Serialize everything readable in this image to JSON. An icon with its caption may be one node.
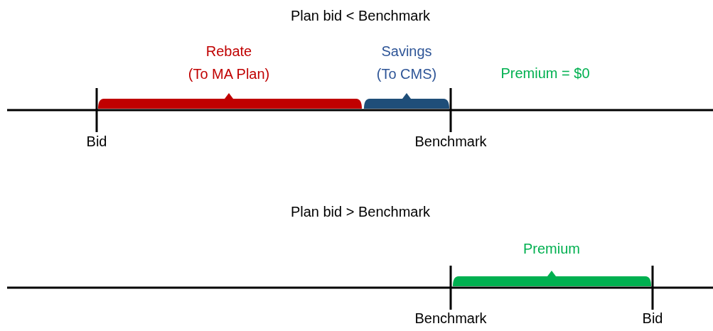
{
  "diagram": {
    "nodes": [
      {
        "text": [
          "Rebate (To MA Plan)"
        ]
      },
      {
        "text": [
          "Savings (To CMS)"
        ]
      },
      {
        "text": [
          "Premium"
        ]
      }
    ],
    "labels": [
      "Plan bid < Benchmark",
      "Premium = $0",
      "Bid",
      "Benchmark",
      "Plan bid > Benchmark",
      "Benchmark",
      "Bid"
    ]
  }
}
